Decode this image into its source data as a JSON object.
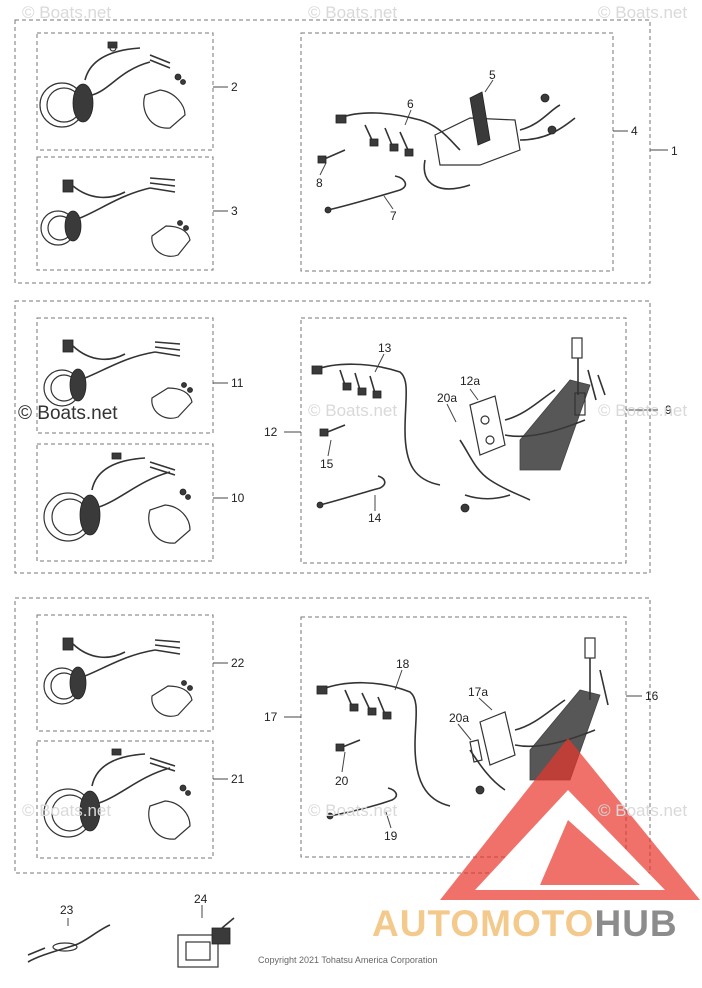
{
  "watermarks": {
    "faint": "© Boats.net",
    "strong": "© Boats.net"
  },
  "copyright": "Copyright 2021 Tohatsu America Corporation",
  "brand": {
    "part1": "AUTOMOTO",
    "part2": "HUB",
    "color_primary": "#e8342b",
    "color_secondary": "#f3c98c"
  },
  "callouts": {
    "c1": "1",
    "c2": "2",
    "c3": "3",
    "c4": "4",
    "c5": "5",
    "c6": "6",
    "c7": "7",
    "c8": "8",
    "c9": "9",
    "c10": "10",
    "c11": "11",
    "c12": "12",
    "c12a": "12a",
    "c13": "13",
    "c14": "14",
    "c15": "15",
    "c16": "16",
    "c17": "17",
    "c17a": "17a",
    "c18": "18",
    "c19": "19",
    "c20": "20",
    "c20a_top": "20a",
    "c20a_bot": "20a",
    "c21": "21",
    "c22": "22",
    "c23": "23",
    "c24": "24"
  }
}
